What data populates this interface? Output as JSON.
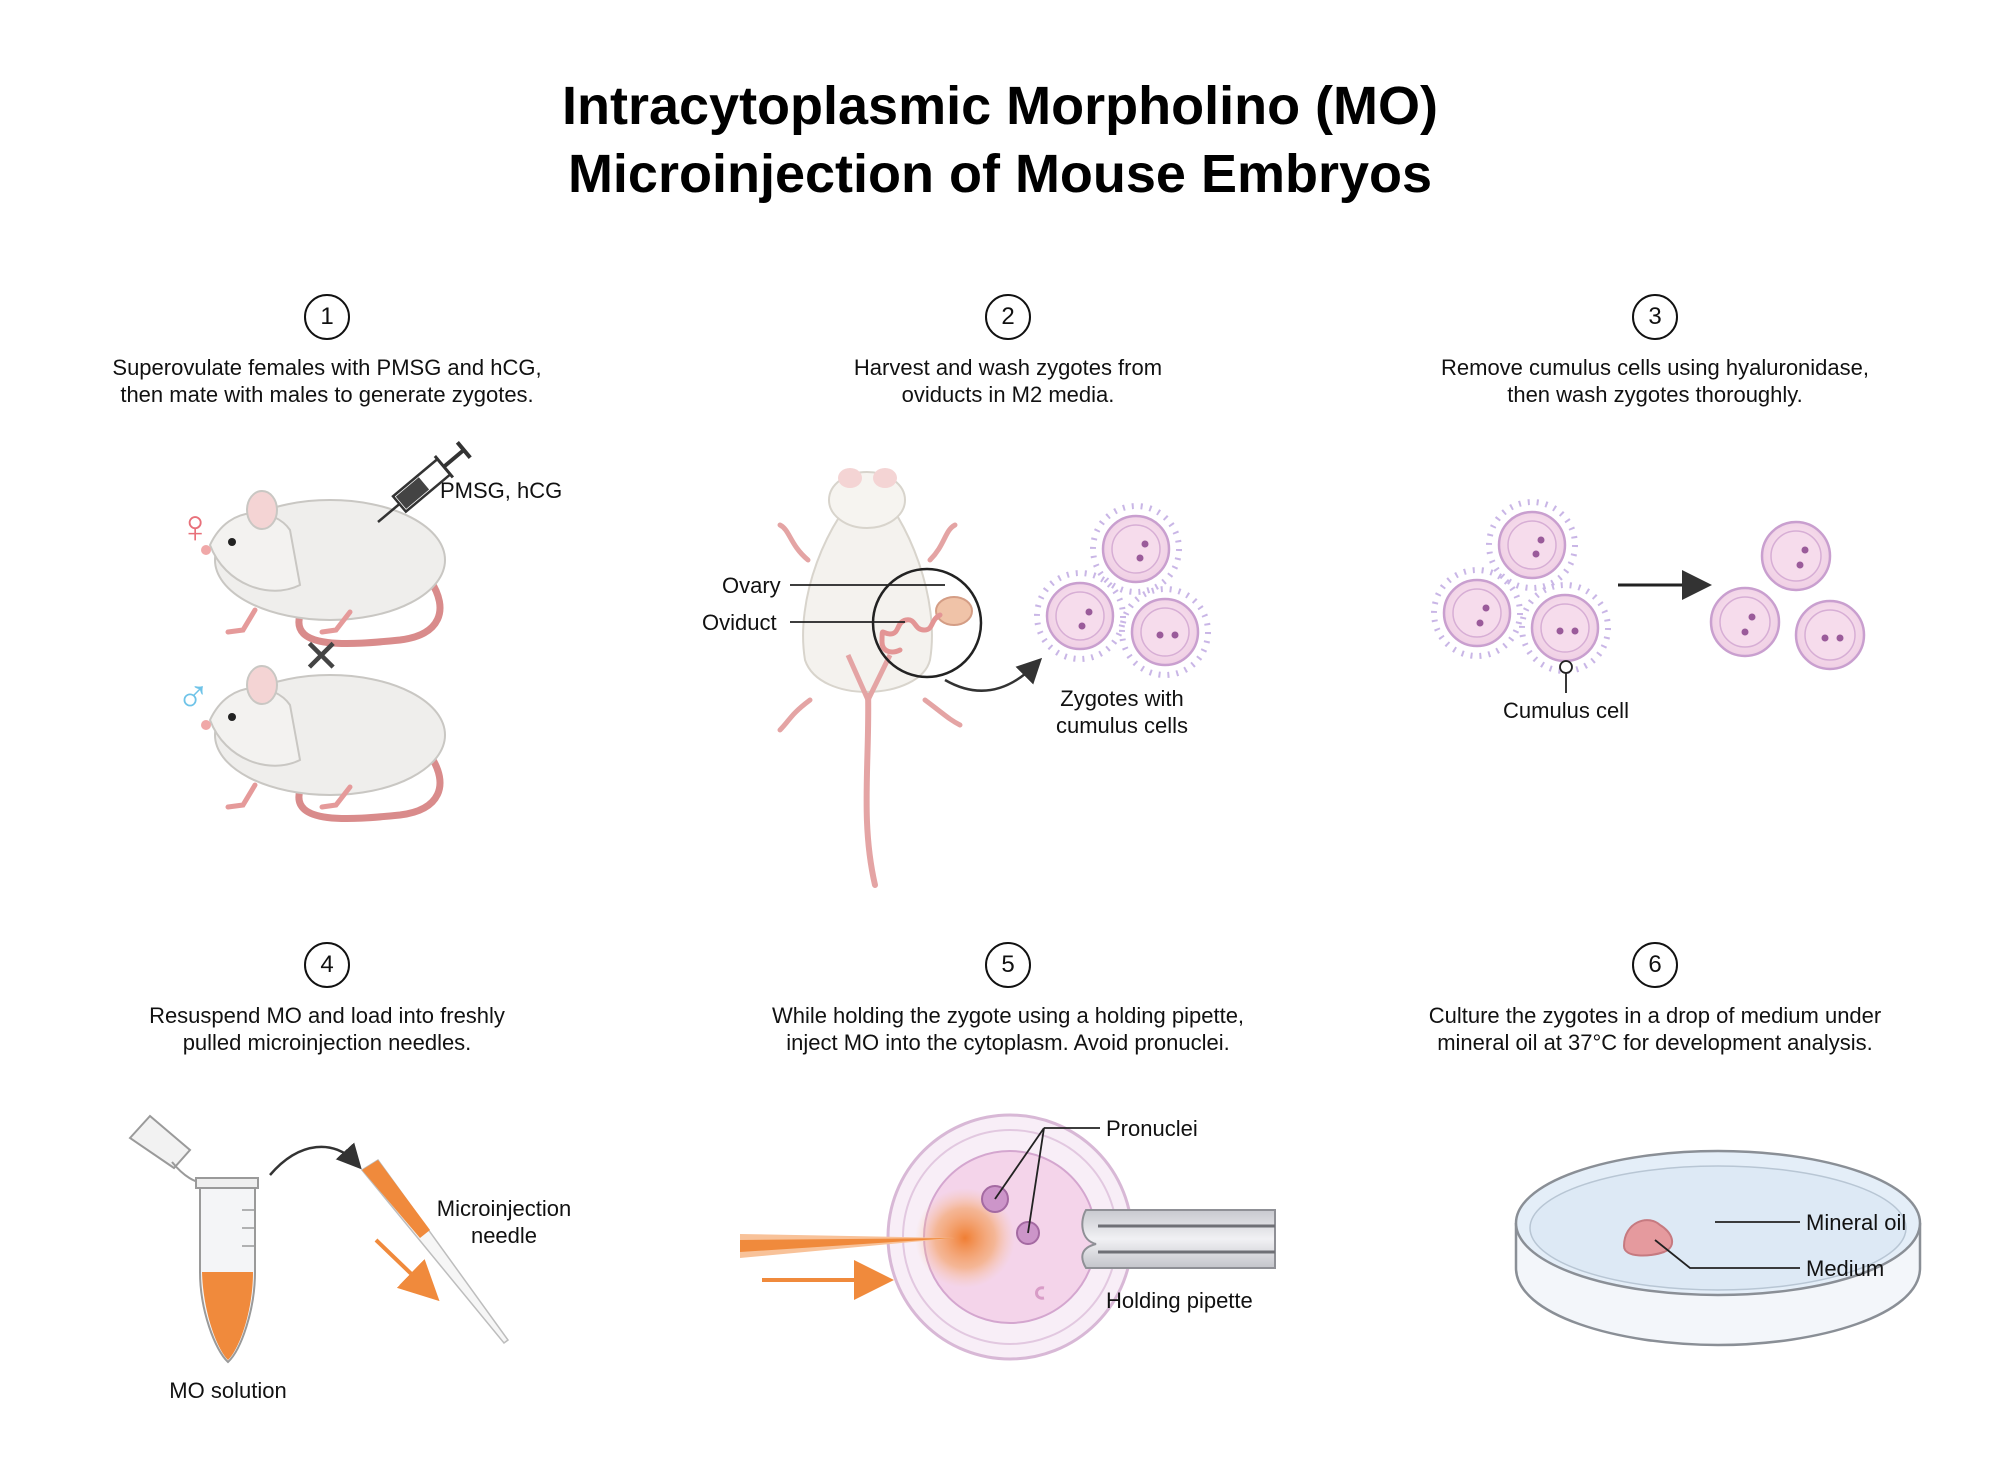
{
  "title": {
    "line1": "Intracytoplasmic Morpholino (MO)",
    "line2": "Microinjection of Mouse Embryos"
  },
  "steps": [
    {
      "number": "1",
      "line1": "Superovulate females with PMSG and hCG,",
      "line2": "then mate with males to generate zygotes."
    },
    {
      "number": "2",
      "line1": "Harvest and wash zygotes from",
      "line2": "oviducts in M2 media."
    },
    {
      "number": "3",
      "line1": "Remove cumulus cells using hyaluronidase,",
      "line2": "then wash zygotes thoroughly."
    },
    {
      "number": "4",
      "line1": "Resuspend MO and load into freshly",
      "line2": "pulled microinjection needles."
    },
    {
      "number": "5",
      "line1": "While holding the zygote using a holding pipette,",
      "line2": "inject MO into the cytoplasm. Avoid pronuclei."
    },
    {
      "number": "6",
      "line1": "Culture the zygotes in a drop of medium under",
      "line2": "mineral oil at 37°C for development analysis."
    }
  ],
  "labels": {
    "pmsg_hcg": "PMSG, hCG",
    "female_symbol": "♀",
    "male_symbol": "♂",
    "cross_symbol": "✕",
    "ovary": "Ovary",
    "oviduct": "Oviduct",
    "zygotes_line1": "Zygotes with",
    "zygotes_line2": "cumulus cells",
    "cumulus_cell": "Cumulus cell",
    "mo_solution": "MO solution",
    "needle_line1": "Microinjection",
    "needle_line2": "needle",
    "pronuclei": "Pronuclei",
    "holding_pipette": "Holding pipette",
    "mineral_oil": "Mineral oil",
    "medium": "Medium"
  },
  "colors": {
    "female": "#e8707a",
    "male": "#6ec3e8",
    "mouse_body": "#efeeec",
    "mouse_tail": "#d98b8b",
    "zygote": "#f3d6ea",
    "cumulus": "#c9b6e6",
    "mo_orange": "#f08a3c",
    "dish": "#e4eef8"
  }
}
